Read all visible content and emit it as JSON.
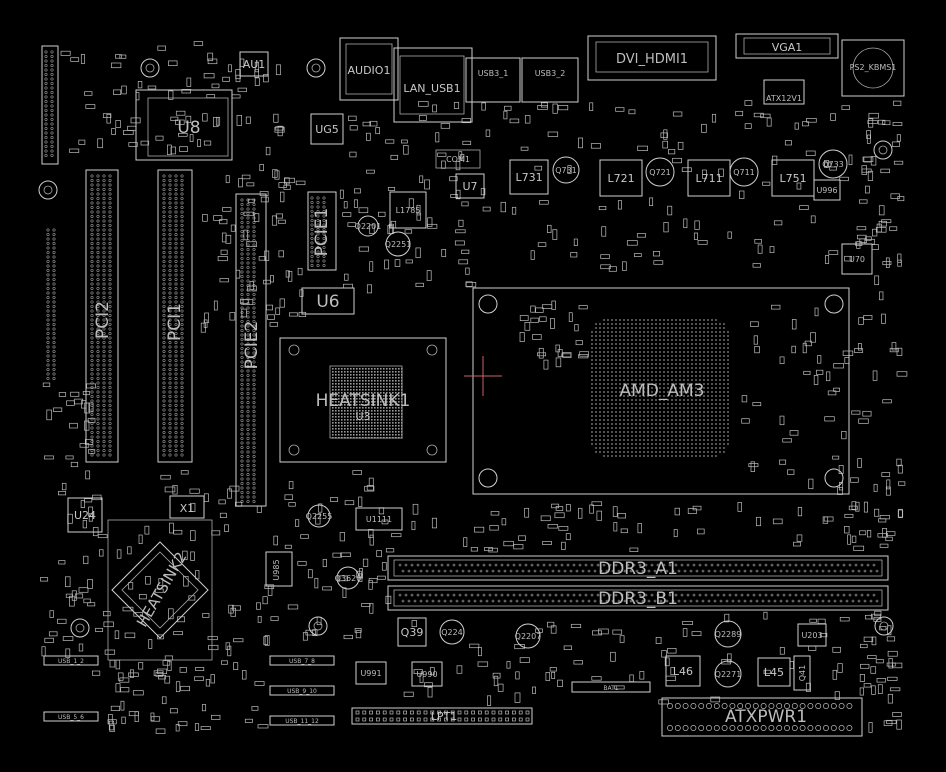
{
  "board": {
    "background": "#000000",
    "outline_color": "#cfcfcf",
    "label_color": "#bdbdbd",
    "cursor_color": "#c86464"
  },
  "labels": {
    "au1": "AU1",
    "u8": "U8",
    "ug5": "UG5",
    "audio1": "AUDIO1",
    "lan_usb1": "LAN_USB1",
    "usb3_1": "USB3_1",
    "usb3_2": "USB3_2",
    "dvi1": "DVI_HDMI1",
    "vga1": "VGA1",
    "ps2": "PS2_KBMS1",
    "atx12v1": "ATX12V1",
    "u7": "U7",
    "l731": "L731",
    "l721": "L721",
    "l711": "L711",
    "l751": "L751",
    "q731": "Q731",
    "q721": "Q721",
    "q711": "Q711",
    "q733": "Q733",
    "u996": "U996",
    "u70": "U70",
    "l1785": "L1785",
    "q2251": "Q2251",
    "q2201": "Q2201",
    "pcie1": "PCIE1",
    "pcie2": "PCIE2",
    "pci1": "PCI1",
    "pci2": "PCI2",
    "u6": "U6",
    "heatsink1": "HEATSINK1",
    "u3": "U3",
    "amd_am3": "AMD_AM3",
    "u24": "U24",
    "x1": "X1",
    "heatsink2": "HEATSINK2",
    "u1111": "U1111",
    "q2255": "Q2255",
    "u985": "U985",
    "q3620": "Q3620",
    "ddr3_a1": "DDR3_A1",
    "ddr3_b1": "DDR3_B1",
    "q39": "Q39",
    "q224": "Q224",
    "q2207": "Q2207",
    "q2289": "Q2289",
    "u203": "U203",
    "u991": "U991",
    "u990": "U990",
    "bat1": "BAT1",
    "l46": "L46",
    "q2271": "Q2271",
    "l45": "L45",
    "q41": "Q41",
    "lpt1": "LPT1",
    "atxpwr1": "ATXPWR1",
    "com1": "COM1",
    "fp_usb1": "USB_5_6",
    "fp_usb2": "USB_7_8",
    "fp_usb3": "USB_9_10",
    "fp_usb4": "USB_11_12",
    "fp_usb5": "USB_1_2"
  }
}
